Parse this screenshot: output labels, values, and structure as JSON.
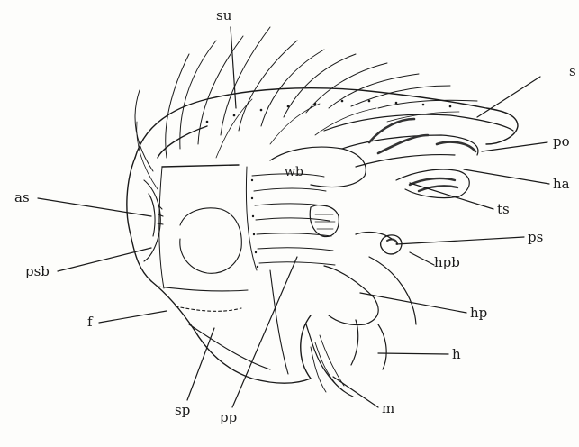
{
  "diagram": {
    "ink_color": "#1a1a1a",
    "paper_color": "#fdfdfb",
    "labels": {
      "su": "su",
      "s": "s",
      "po": "po",
      "ha": "ha",
      "ts": "ts",
      "ps": "ps",
      "hpb": "hpb",
      "hp": "hp",
      "h": "h",
      "m": "m",
      "pp": "pp",
      "sp": "sp",
      "f": "f",
      "psb": "psb",
      "as": "as",
      "wb": "wb"
    }
  }
}
